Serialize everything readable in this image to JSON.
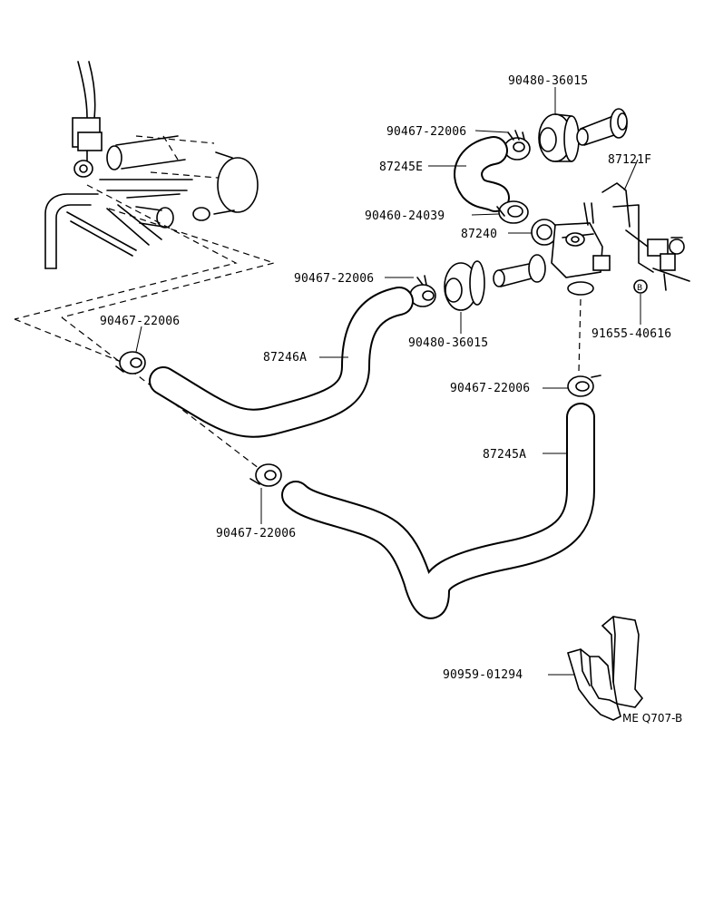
{
  "diagram": {
    "code": "ME Q707-B",
    "parts": [
      {
        "id": "p_90480_36015_top",
        "number": "90480-36015"
      },
      {
        "id": "p_90467_22006_top",
        "number": "90467-22006"
      },
      {
        "id": "p_87245e",
        "number": "87245E"
      },
      {
        "id": "p_87121f",
        "number": "87121F"
      },
      {
        "id": "p_90460_24039",
        "number": "90460-24039"
      },
      {
        "id": "p_87240",
        "number": "87240"
      },
      {
        "id": "p_90467_22006_mid",
        "number": "90467-22006"
      },
      {
        "id": "p_90467_22006_left",
        "number": "90467-22006"
      },
      {
        "id": "p_87246a",
        "number": "87246A"
      },
      {
        "id": "p_90480_36015_mid",
        "number": "90480-36015"
      },
      {
        "id": "p_91655_40616",
        "number": "91655-40616"
      },
      {
        "id": "p_90467_22006_right",
        "number": "90467-22006"
      },
      {
        "id": "p_87245a",
        "number": "87245A"
      },
      {
        "id": "p_90467_22006_bottom",
        "number": "90467-22006"
      },
      {
        "id": "p_90959_01294",
        "number": "90959-01294"
      }
    ],
    "marker_b": "B"
  }
}
